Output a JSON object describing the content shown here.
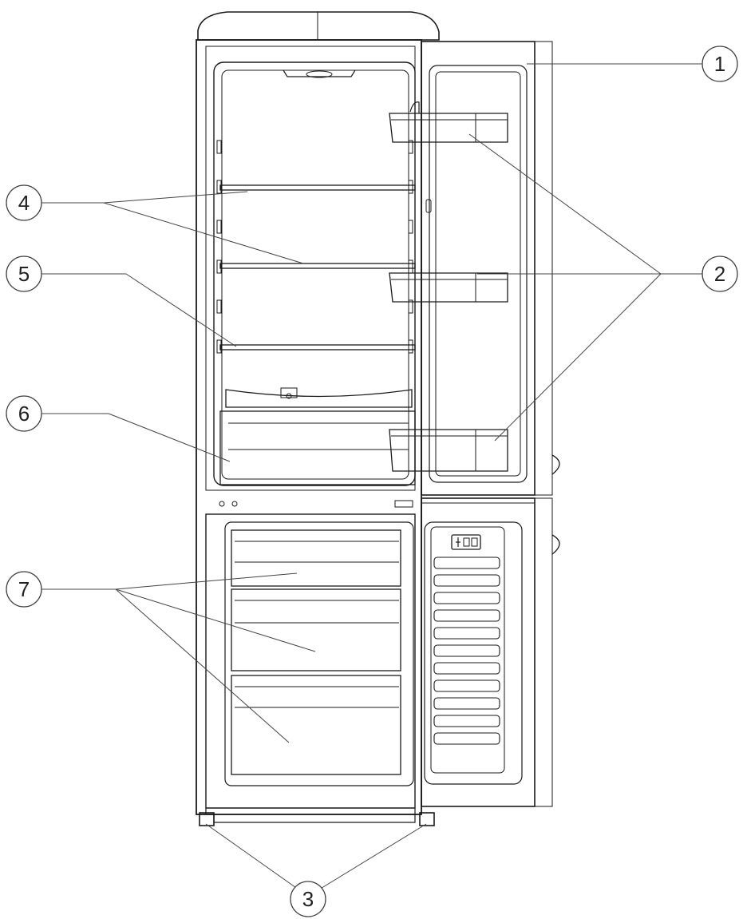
{
  "callouts": [
    {
      "id": "1",
      "label": "1"
    },
    {
      "id": "2",
      "label": "2"
    },
    {
      "id": "3",
      "label": "3"
    },
    {
      "id": "4",
      "label": "4"
    },
    {
      "id": "5",
      "label": "5"
    },
    {
      "id": "6",
      "label": "6"
    },
    {
      "id": "7",
      "label": "7"
    }
  ],
  "colors": {
    "line": "#1a1a1a",
    "background": "#ffffff"
  },
  "icons": {
    "door-control-panel": "temperature-control-icon"
  }
}
